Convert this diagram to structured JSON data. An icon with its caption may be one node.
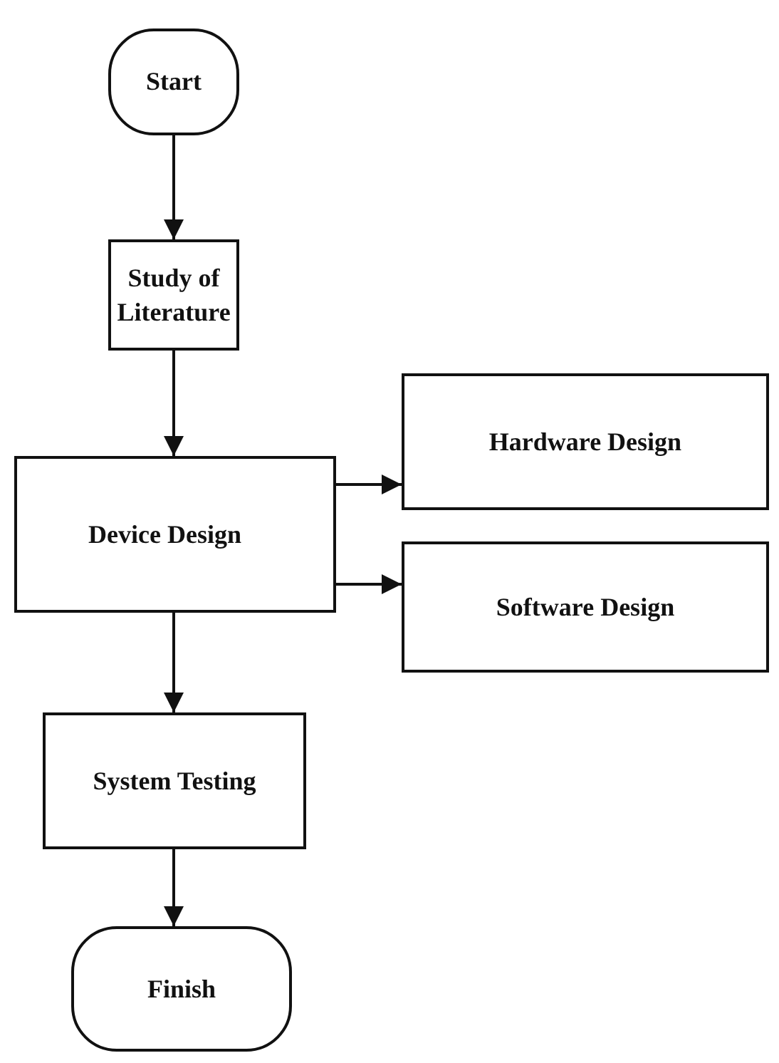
{
  "diagram": {
    "nodes": [
      {
        "text": [
          "Start"
        ]
      },
      {
        "text": [
          "Study of Literature"
        ]
      },
      {
        "text": [
          "Device Design"
        ]
      },
      {
        "text": [
          "Hardware Design"
        ]
      },
      {
        "text": [
          "Software Design"
        ]
      },
      {
        "text": [
          "System Testing"
        ]
      },
      {
        "text": [
          "Finish"
        ]
      }
    ],
    "edges": [
      {
        "from": 0,
        "to": 1,
        "arrow": "to"
      },
      {
        "from": 1,
        "to": 2,
        "arrow": "to"
      },
      {
        "from": 2,
        "to": 3,
        "arrow": "to"
      },
      {
        "from": 2,
        "to": 4,
        "arrow": "to"
      },
      {
        "from": 2,
        "to": 5,
        "arrow": "to"
      },
      {
        "from": 5,
        "to": 6,
        "arrow": "to"
      }
    ]
  }
}
